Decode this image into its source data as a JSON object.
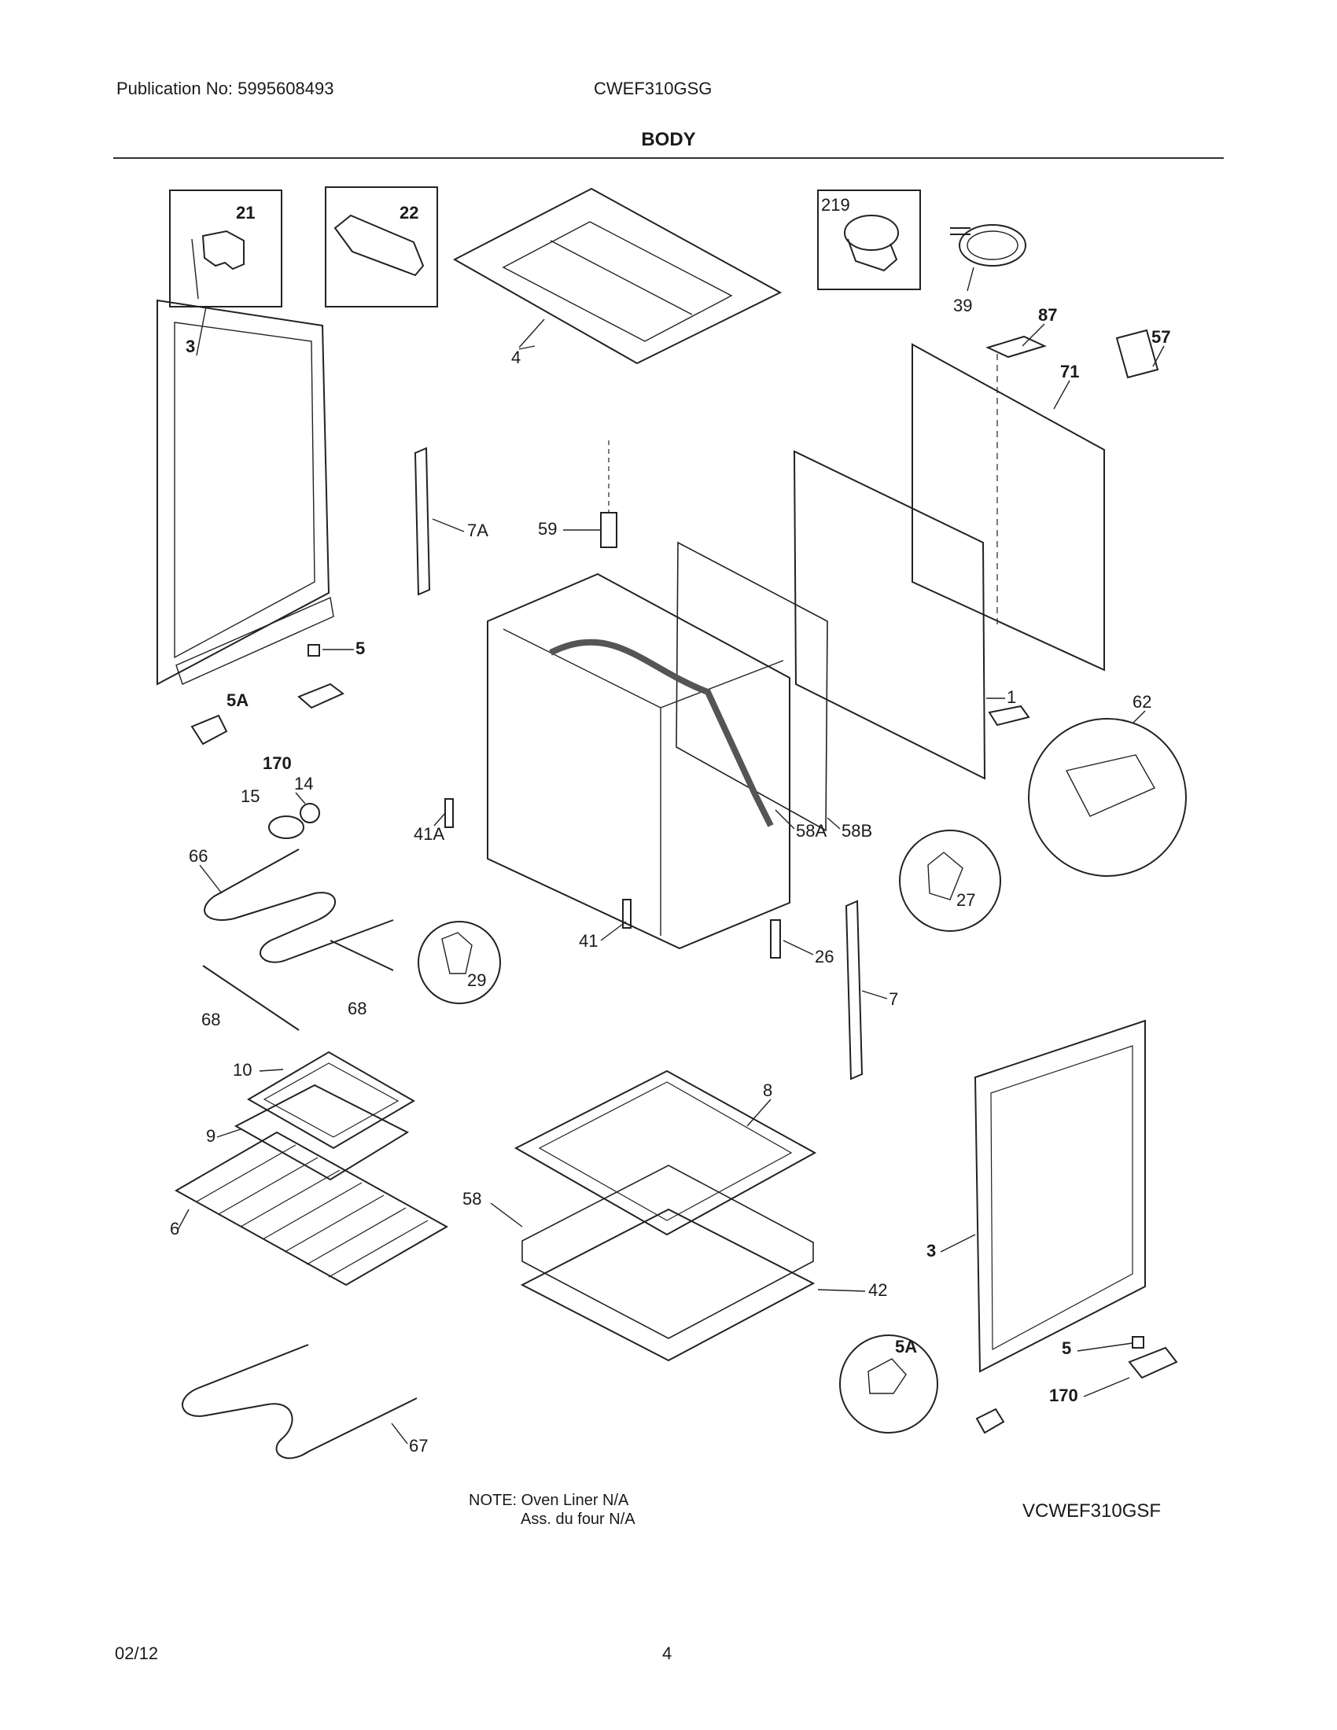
{
  "header": {
    "publication": "Publication No: 5995608493",
    "model": "CWEF310GSG"
  },
  "section_title": "BODY",
  "callouts": {
    "c21": "21",
    "c22": "22",
    "c219": "219",
    "c39": "39",
    "c4": "4",
    "c87": "87",
    "c57": "57",
    "c71": "71",
    "c3a": "3",
    "c7A": "7A",
    "c59": "59",
    "c5a": "5",
    "c1": "1",
    "c62": "62",
    "c5Aa": "5A",
    "c170a": "170",
    "c14": "14",
    "c15": "15",
    "c41A": "41A",
    "c58A": "58A",
    "c58B": "58B",
    "c27": "27",
    "c66": "66",
    "c41": "41",
    "c26": "26",
    "c29": "29",
    "c68a": "68",
    "c68b": "68",
    "c7": "7",
    "c10": "10",
    "c8": "8",
    "c9": "9",
    "c6": "6",
    "c58": "58",
    "c3b": "3",
    "c42": "42",
    "c5b": "5",
    "c5Ab": "5A",
    "c170b": "170",
    "c67": "67"
  },
  "note": {
    "line1": "NOTE: Oven Liner N/A",
    "line2": "Ass. du four N/A"
  },
  "variant_code": "VCWEF310GSF",
  "footer": {
    "date": "02/12",
    "page": "4"
  }
}
